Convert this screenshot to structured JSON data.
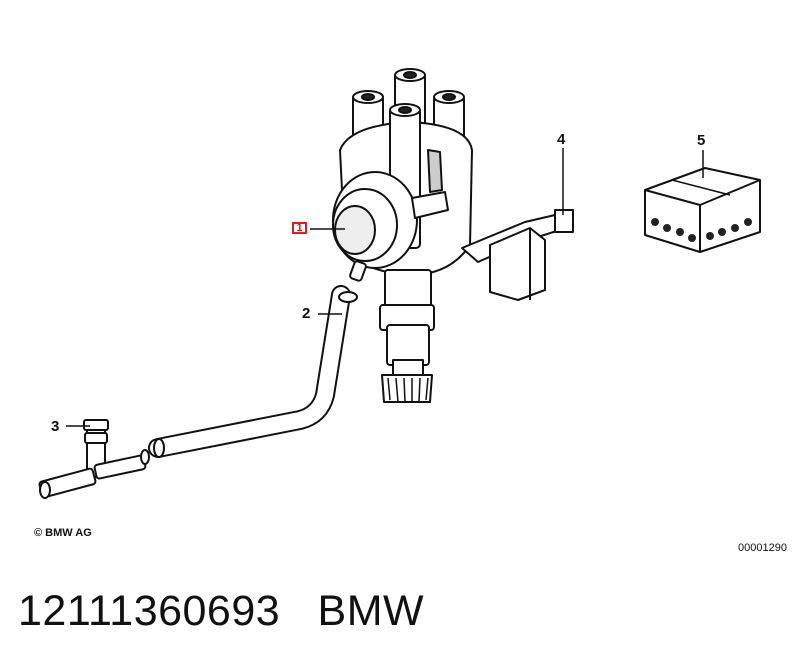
{
  "callouts": {
    "item1": "1",
    "item2": "2",
    "item3": "3",
    "item4": "4",
    "item5": "5"
  },
  "copyright": "© BMW AG",
  "drawing_number": "00001290",
  "footer": {
    "part_number": "12111360693",
    "brand": "BMW"
  }
}
